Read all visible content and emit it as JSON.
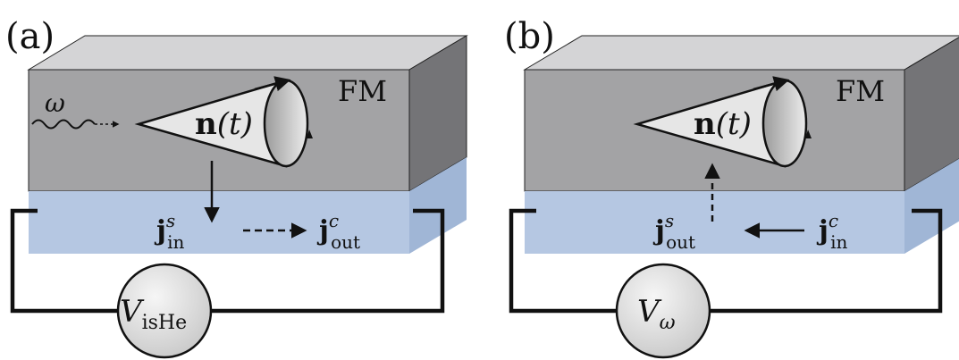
{
  "panels": [
    {
      "id": "a",
      "panel_label": "(a)",
      "layer_label": "FM",
      "precession_vector": {
        "symbol": "n",
        "arg": "(t)"
      },
      "drive_label": "ω",
      "spin_current": {
        "symbol": "j",
        "sup": "s",
        "sub": "in",
        "arrow": "down-solid"
      },
      "charge_current": {
        "symbol": "j",
        "sup": "c",
        "sub": "out",
        "arrow": "right-dashed"
      },
      "meter": {
        "symbol": "V",
        "sub": "isHe"
      }
    },
    {
      "id": "b",
      "panel_label": "(b)",
      "layer_label": "FM",
      "precession_vector": {
        "symbol": "n",
        "arg": "(t)"
      },
      "spin_current": {
        "symbol": "j",
        "sup": "s",
        "sub": "out",
        "arrow": "up-dashed"
      },
      "charge_current": {
        "symbol": "j",
        "sup": "c",
        "sub": "in",
        "arrow": "left-solid"
      },
      "meter": {
        "symbol": "V",
        "sub": "ω"
      }
    }
  ],
  "colors": {
    "fm_front": "#a3a3a5",
    "fm_top": "#d4d4d6",
    "fm_side": "#747477",
    "nm_front": "#b5c7e2",
    "nm_side": "#a0b6d6",
    "meter_fill": "#e4e4e4",
    "line": "#111111"
  }
}
